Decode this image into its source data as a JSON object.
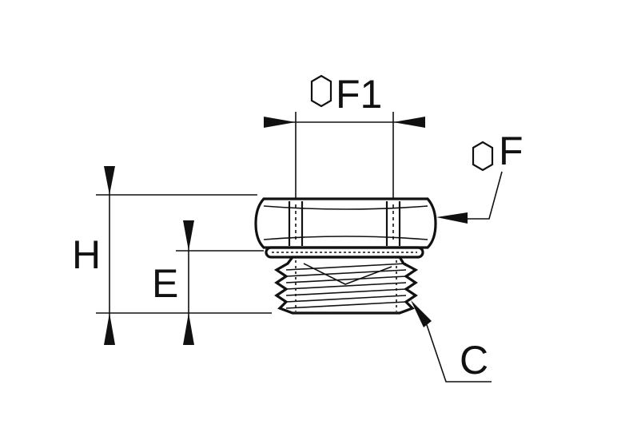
{
  "labels": {
    "hex_across_flats": "F1",
    "hex_across_corners": "F",
    "total_height": "H",
    "thread_length": "E",
    "thread": "C"
  },
  "icons": {
    "hex_f1": "hexagon-icon",
    "hex_f": "hexagon-icon"
  },
  "colors": {
    "line": "#111111",
    "background": "#ffffff"
  }
}
